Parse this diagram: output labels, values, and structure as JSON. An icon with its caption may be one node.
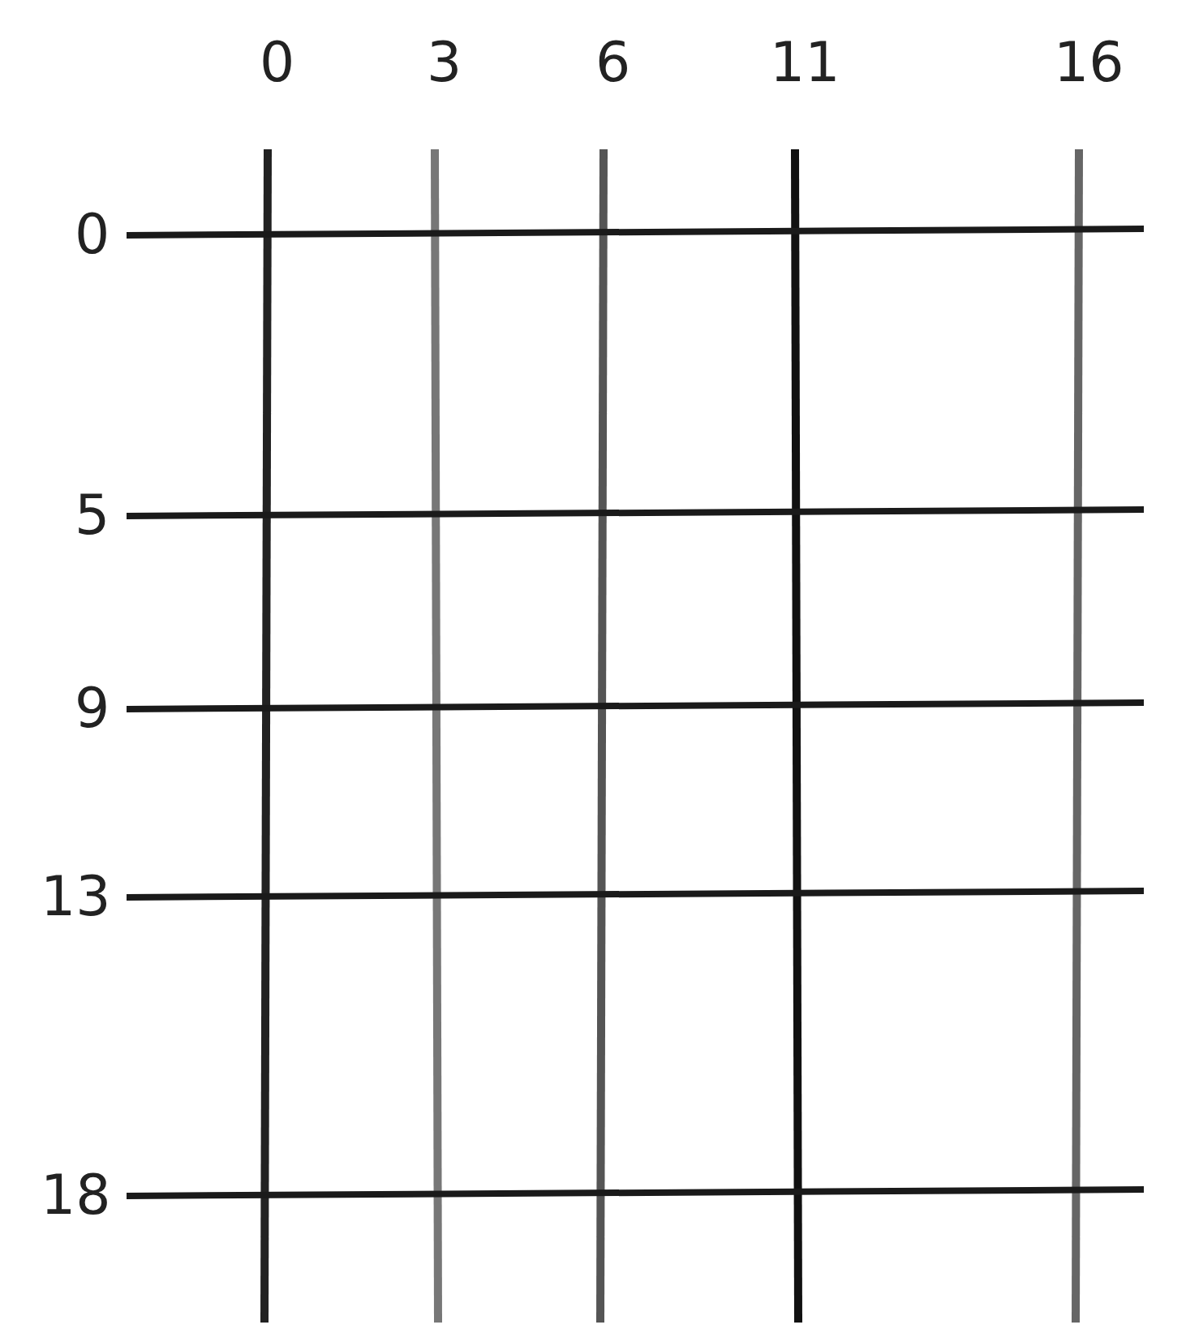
{
  "diagram": {
    "labels": [
      "0",
      "3",
      "6",
      "11",
      "16",
      "0",
      "5",
      "9",
      "13",
      "18"
    ]
  }
}
